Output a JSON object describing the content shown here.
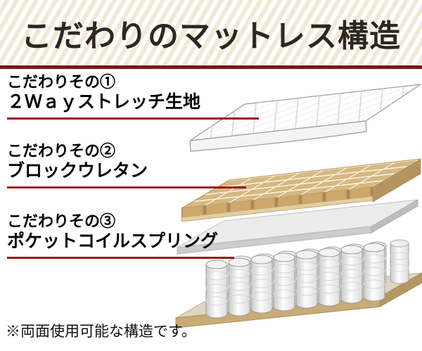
{
  "header": {
    "title": "こだわりのマットレス構造"
  },
  "features": [
    {
      "label": "こだわりその①",
      "name": "２Ｗａｙストレッチ生地",
      "layer": "2way-stretch-fabric"
    },
    {
      "label": "こだわりその②",
      "name": "ブロックウレタン",
      "layer": "block-urethane"
    },
    {
      "label": "こだわりその③",
      "name": "ポケットコイルスプリング",
      "layer": "pocket-coil-springs"
    }
  ],
  "footer": {
    "note": "※両面使用可能な構造です。"
  },
  "diagram": {
    "layers": [
      "2way-stretch-fabric",
      "block-urethane",
      "spring-top-pad",
      "pocket-coil-springs",
      "base-board"
    ]
  },
  "colors": {
    "accent_red": "#9c1a1a",
    "header_bar_red": "#7c1a12",
    "stripe_cream": "#f1e9d7",
    "urethane_tan": "#d9b780",
    "board_tan": "#c8ab77",
    "title_brown": "#2e2620"
  }
}
